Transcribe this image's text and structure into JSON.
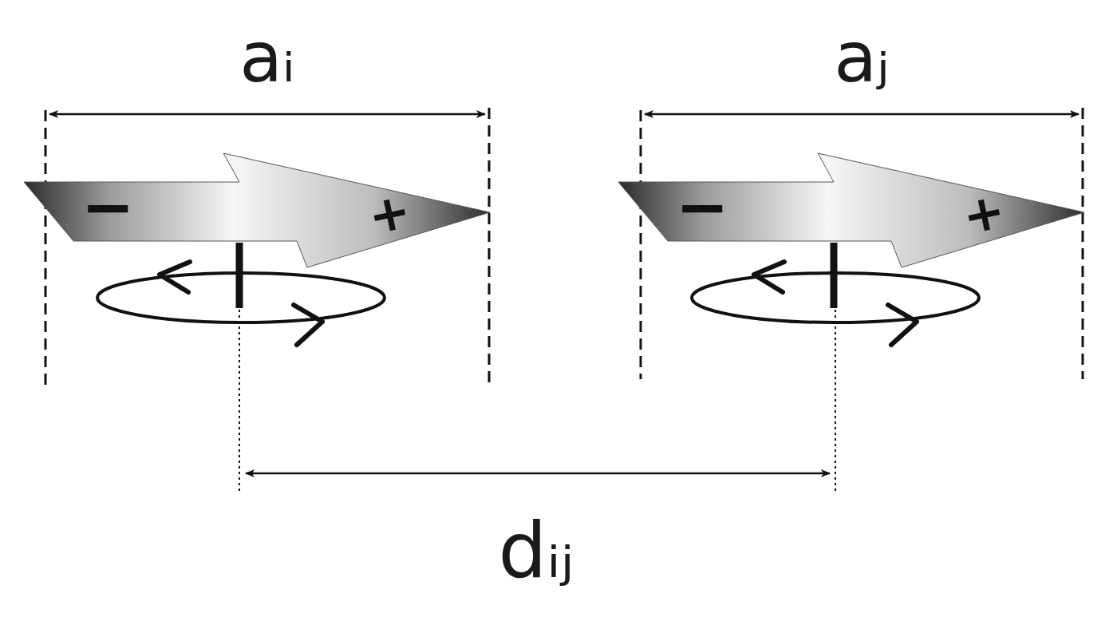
{
  "diagram": {
    "nodes": [
      {
        "text": [
          "−",
          "+"
        ]
      },
      {
        "text": [
          "−",
          "+"
        ]
      }
    ],
    "labels": [
      "aᵢ",
      "aⱼ",
      "dᵢⱼ"
    ]
  }
}
